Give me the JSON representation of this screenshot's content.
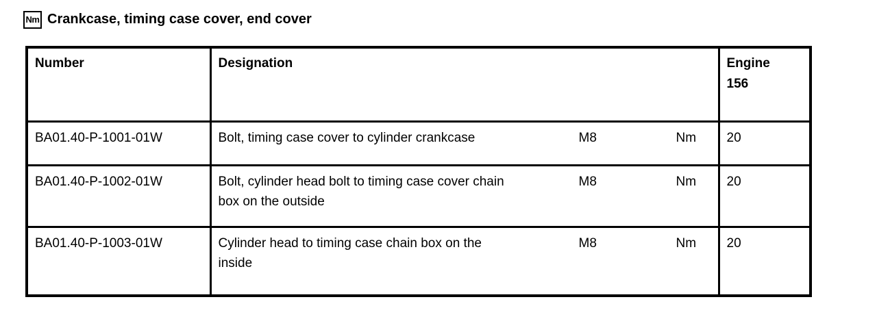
{
  "colors": {
    "background": "#ffffff",
    "ink": "#000000"
  },
  "header": {
    "nm_icon_label": "Nm",
    "title": "Crankcase, timing case cover, end cover"
  },
  "table": {
    "columns": {
      "number": "Number",
      "designation": "Designation",
      "engine_line1": "Engine",
      "engine_line2": "156"
    },
    "rows": [
      {
        "number": "BA01.40-P-1001-01W",
        "designation": "Bolt, timing case cover to cylinder crankcase",
        "thread_size": "M8",
        "unit": "Nm",
        "value": "20"
      },
      {
        "number": "BA01.40-P-1002-01W",
        "designation": "Bolt, cylinder head bolt to timing case cover chain box on the outside",
        "thread_size": "M8",
        "unit": "Nm",
        "value": "20"
      },
      {
        "number": "BA01.40-P-1003-01W",
        "designation": "Cylinder head to timing case chain box on the inside",
        "thread_size": "M8",
        "unit": "Nm",
        "value": "20"
      }
    ]
  }
}
